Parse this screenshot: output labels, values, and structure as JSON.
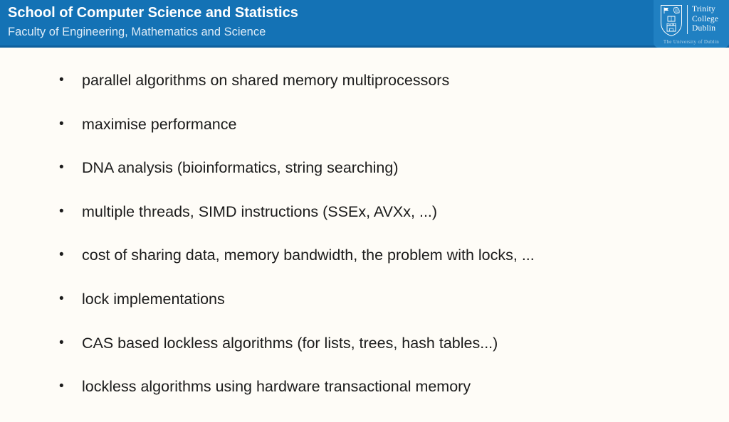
{
  "header": {
    "title": "School of Computer Science and Statistics",
    "subtitle": "Faculty of Engineering, Mathematics and Science"
  },
  "logo": {
    "line1": "Trinity",
    "line2": "College",
    "line3": "Dublin",
    "tagline": "The University of Dublin"
  },
  "bullet_char": "•",
  "bullets": [
    "parallel algorithms on shared memory multiprocessors",
    "maximise performance",
    "DNA analysis (bioinformatics, string searching)",
    "multiple threads, SIMD instructions (SSEx, AVXx, ...)",
    "cost of sharing data, memory bandwidth, the problem with locks, ...",
    "lock implementations",
    "CAS based lockless algorithms (for lists, trees, hash tables...)",
    "lockless algorithms using hardware transactional memory"
  ],
  "colors": {
    "header_blue": "#1472b5",
    "header_bottom_edge": "#0e5f9d",
    "logo_panel_blue": "#2080c2",
    "body_background": "#fefcf7",
    "text_color": "#1b1b1b",
    "title_white": "#ffffff"
  }
}
